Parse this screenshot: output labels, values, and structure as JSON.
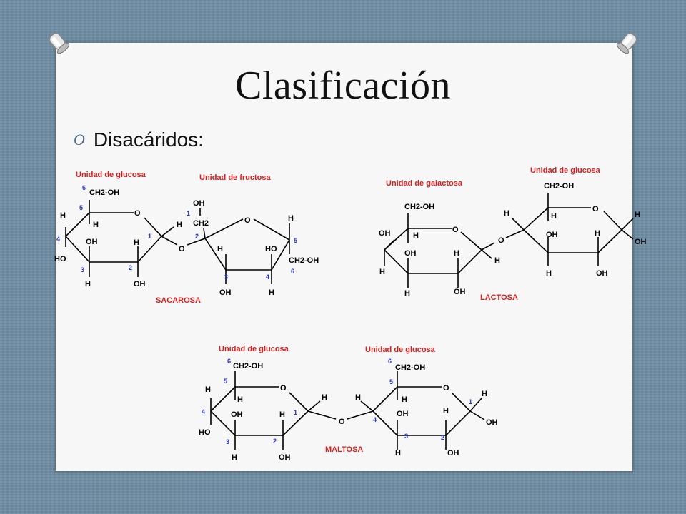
{
  "slide": {
    "title": "Clasificación",
    "bullet": "Disacáridos:"
  },
  "icons": {
    "bullet": "O",
    "pins": "pushpin-icon"
  },
  "diagrams": {
    "sacarosa": {
      "name": "SACAROSA",
      "unit_left": "Unidad de glucosa",
      "unit_right": "Unidad de fructosa",
      "atoms": {
        "ch2oh": "CH2-OH",
        "o_ring": "O",
        "h5": "H",
        "h4": "H",
        "ho4": "HO",
        "h_c4": "H",
        "oh3": "OH",
        "h3": "H",
        "h2": "H",
        "oh2": "OH",
        "h1": "H",
        "o_link": "O",
        "f_oh_top": "OH",
        "f_ch2": "CH2",
        "f_o_ring": "O",
        "f_h5": "H",
        "f_h3": "H",
        "f_oh3": "OH",
        "f_ho4": "HO",
        "f_h4": "H",
        "f_ch2oh": "CH2-OH"
      },
      "numbers": {
        "g6": "6",
        "g5": "5",
        "g4": "4",
        "g3": "3",
        "g2": "2",
        "g1": "1",
        "f1": "1",
        "f2": "2",
        "f3": "3",
        "f4": "4",
        "f5": "5",
        "f6": "6"
      }
    },
    "lactosa": {
      "name": "LACTOSA",
      "unit_left": "Unidad de galactosa",
      "unit_right": "Unidad de glucosa",
      "atoms": {
        "l_ch2oh": "CH2-OH",
        "l_o": "O",
        "l_oh4": "OH",
        "l_h": "H",
        "l_h_c4": "H",
        "l_oh3": "OH",
        "l_h3": "H",
        "l_h2": "H",
        "l_oh2": "OH",
        "l_h1": "H",
        "o_link": "O",
        "r_ch2oh": "CH2-OH",
        "r_o": "O",
        "r_h": "H",
        "r_h4": "H",
        "r_oh3": "OH",
        "r_h3": "H",
        "r_h2": "H",
        "r_oh2": "OH",
        "r_h1": "H",
        "r_oh1": "OH"
      }
    },
    "maltosa": {
      "name": "MALTOSA",
      "unit_left": "Unidad de glucosa",
      "unit_right": "Unidad de glucosa",
      "atoms": {
        "ch2oh": "CH2-OH",
        "o": "O",
        "h4": "H",
        "h5": "H",
        "ho": "HO",
        "oh3": "OH",
        "h3": "H",
        "h_c3": "H",
        "oh2": "OH",
        "h1": "H",
        "o_link": "O",
        "r_ch2oh": "CH2-OH",
        "r_o": "O",
        "r_h4": "H",
        "r_h5": "H",
        "r_oh3": "OH",
        "r_h3": "H",
        "r_h_c3": "H",
        "r_oh2": "OH",
        "r_h1": "H",
        "r_oh1": "OH"
      },
      "numbers": {
        "g6": "6",
        "g5": "5",
        "g4": "4",
        "g3": "3",
        "g2": "2",
        "g1": "1",
        "r6": "6",
        "r5": "5",
        "r4": "4",
        "r3": "3",
        "r2": "2",
        "r1": "1"
      }
    }
  }
}
